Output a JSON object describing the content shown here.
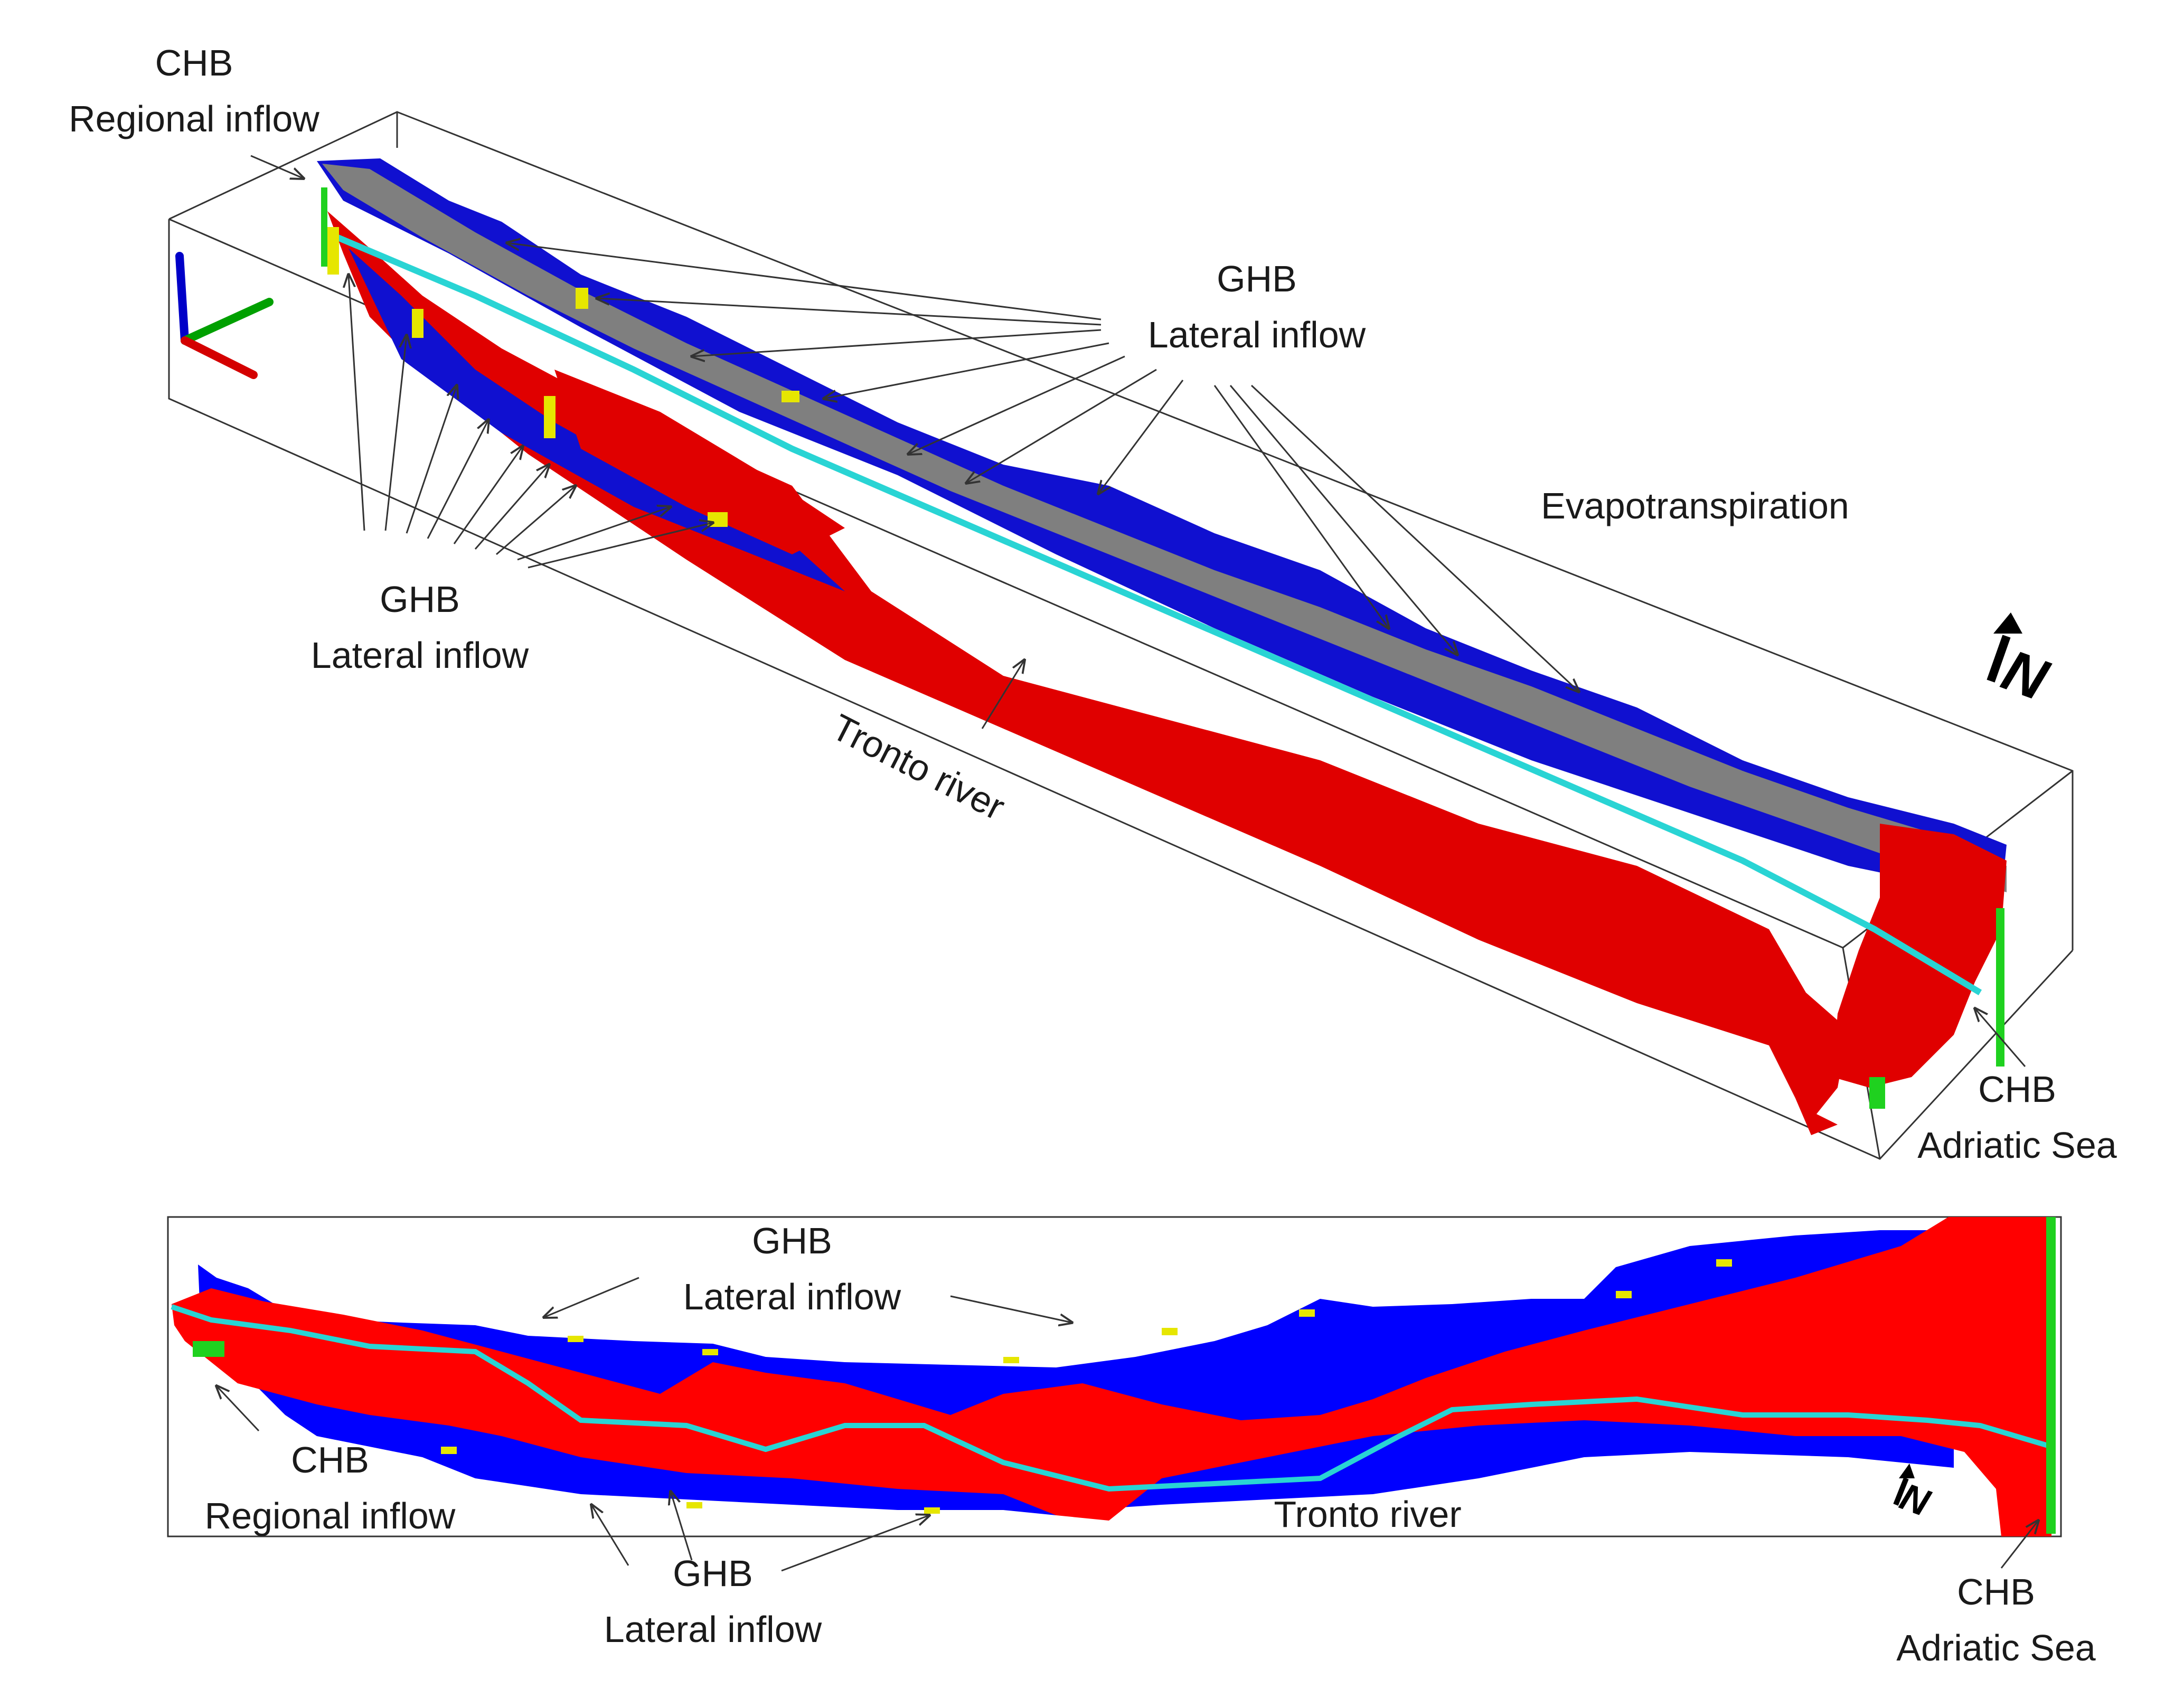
{
  "labels": {
    "top": {
      "chb_regional": [
        "CHB",
        "Regional inflow"
      ],
      "ghb_lateral_upper": [
        "GHB",
        "Lateral inflow"
      ],
      "ghb_lateral_lower": [
        "GHB",
        "Lateral inflow"
      ],
      "evapotranspiration": "Evapotranspiration",
      "tronto_river": "Tronto river",
      "chb_adriatic": [
        "CHB",
        "Adriatic Sea"
      ],
      "north": "N"
    },
    "bottom": {
      "ghb_lateral_upper": [
        "GHB",
        "Lateral inflow"
      ],
      "chb_regional": [
        "CHB",
        "Regional inflow"
      ],
      "tronto_river": "Tronto river",
      "ghb_lateral_lower": [
        "GHB",
        "Lateral inflow"
      ],
      "chb_adriatic": [
        "CHB",
        "Adriatic Sea"
      ],
      "north": "N"
    }
  },
  "colors": {
    "chb": "#1fd11f",
    "ghb": "#e6e600",
    "river": "#29d4d4",
    "zone_red": "#ff0000",
    "zone_blue": "#0000ff",
    "evapotranspiration": "#808080",
    "axis_x": "#d40000",
    "axis_y": "#00a000",
    "axis_z": "#0000c8",
    "frame": "#333333"
  }
}
